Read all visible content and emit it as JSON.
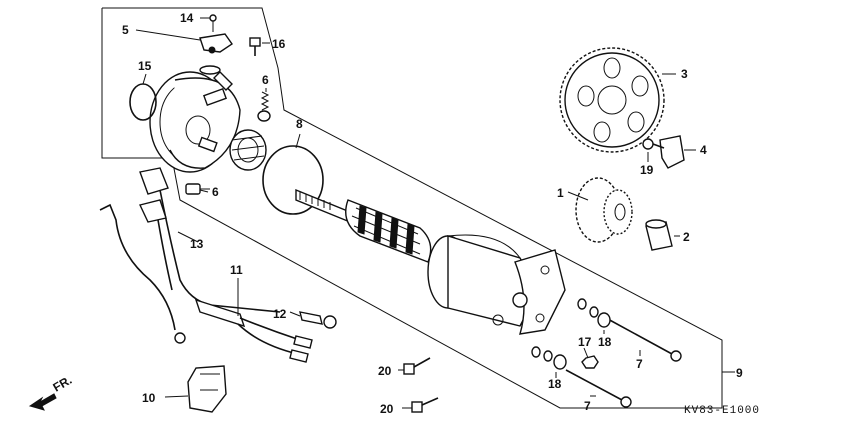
{
  "diagram": {
    "catalog_code": "KV83-E1000",
    "direction_label": "FR.",
    "callouts": {
      "c1": "1",
      "c2": "2",
      "c3": "3",
      "c4": "4",
      "c5": "5",
      "c6a": "6",
      "c6b": "6",
      "c7a": "7",
      "c7b": "7",
      "c8": "8",
      "c9": "9",
      "c10": "10",
      "c11": "11",
      "c12": "12",
      "c13": "13",
      "c14": "14",
      "c15": "15",
      "c16": "16",
      "c17": "17",
      "c18a": "18",
      "c18b": "18",
      "c19": "19",
      "c20a": "20",
      "c20b": "20"
    }
  }
}
